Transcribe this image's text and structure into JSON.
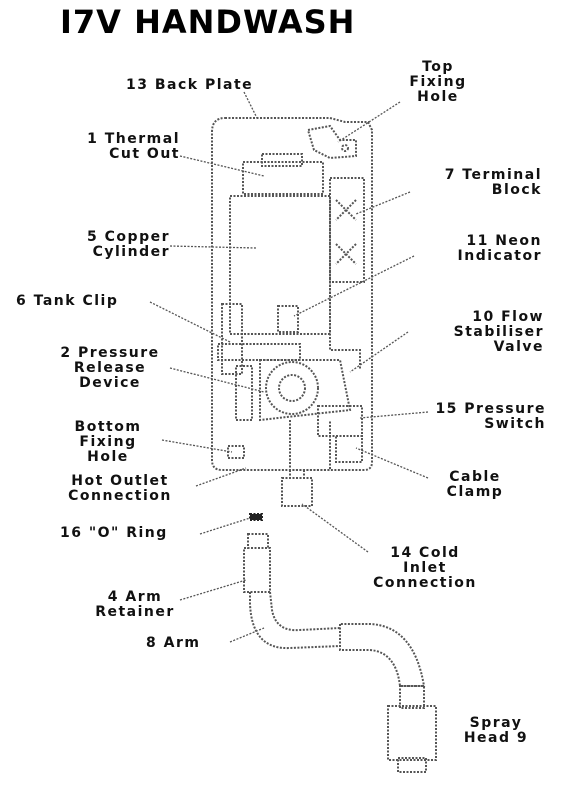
{
  "title": "I7V HANDWASH",
  "labels": {
    "back_plate": "13 Back Plate",
    "top_fixing": [
      "Top",
      "Fixing",
      "Hole"
    ],
    "thermal_cut_out": [
      "1 Thermal",
      "Cut Out"
    ],
    "terminal_block": [
      "7 Terminal",
      "Block"
    ],
    "copper_cylinder": [
      "5 Copper",
      "Cylinder"
    ],
    "neon_indicator": [
      "11 Neon",
      "Indicator"
    ],
    "tank_clip": "6 Tank Clip",
    "flow_stabiliser": [
      "10 Flow",
      "Stabiliser",
      "Valve"
    ],
    "pressure_release": [
      "2 Pressure",
      "Release",
      "Device"
    ],
    "pressure_switch": [
      "15 Pressure",
      "Switch"
    ],
    "bottom_fixing": [
      "Bottom",
      "Fixing",
      "Hole"
    ],
    "cable_clamp": [
      "Cable",
      "Clamp"
    ],
    "hot_outlet": [
      "Hot Outlet",
      "Connection"
    ],
    "o_ring": "16 \"O\" Ring",
    "cold_inlet": [
      "14 Cold",
      "Inlet",
      "Connection"
    ],
    "arm_retainer": [
      "4 Arm",
      "Retainer"
    ],
    "arm": "8 Arm",
    "spray_head": [
      "Spray",
      "Head 9"
    ]
  }
}
